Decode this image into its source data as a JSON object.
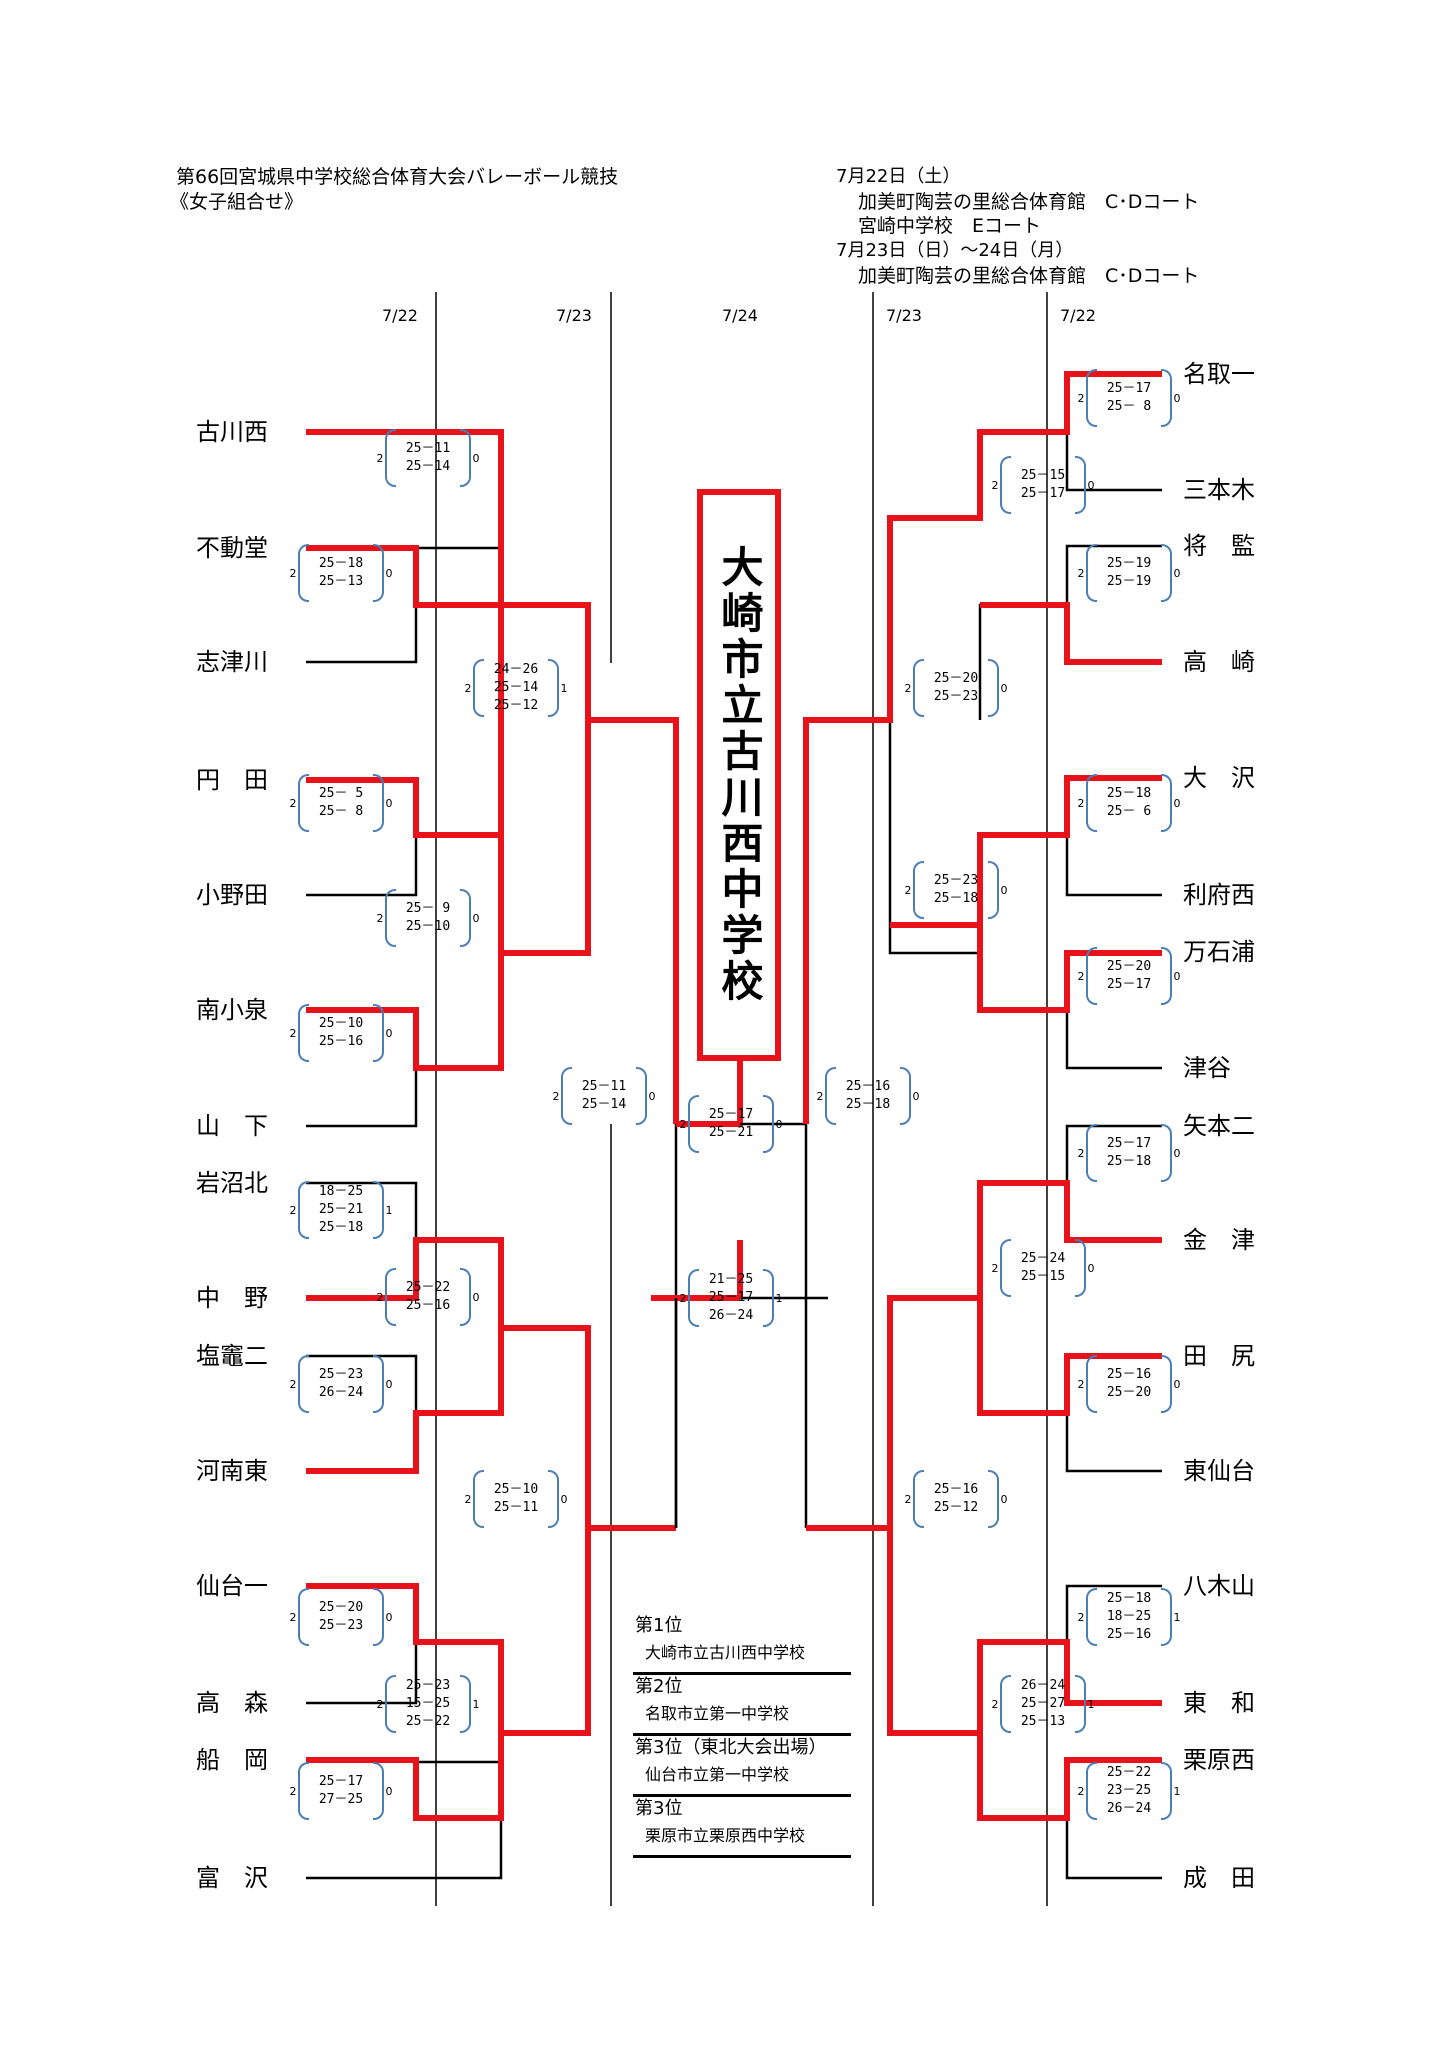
{
  "header": {
    "title": "第66回宮城県中学校総合体育大会バレーボール競技",
    "subtitle": "《女子組合せ》",
    "date1": "7月22日（土）",
    "venue1a": "加美町陶芸の里総合体育館　C･Dコート",
    "venue1b": "宮崎中学校　Eコート",
    "date2": "7月23日（日）～24日（月）",
    "venue2": "加美町陶芸の里総合体育館　C･Dコート"
  },
  "days": [
    "7/22",
    "7/23",
    "7/24",
    "7/23",
    "7/22"
  ],
  "teams_left": [
    "古川西",
    "不動堂",
    "志津川",
    "円　田",
    "小野田",
    "南小泉",
    "山　下",
    "岩沼北",
    "中　野",
    "塩竈二",
    "河南東",
    "仙台一",
    "高　森",
    "船　岡",
    "富　沢"
  ],
  "teams_right": [
    "名取一",
    "三本木",
    "将　監",
    "高　崎",
    "大　沢",
    "利府西",
    "万石浦",
    "津谷",
    "矢本二",
    "金　津",
    "田　尻",
    "東仙台",
    "八木山",
    "東　和",
    "栗原西",
    "成　田"
  ],
  "champion": "大崎市立古川西中学校",
  "scores": [
    {
      "w": "2",
      "l": "0",
      "sets": [
        "25－11",
        "25－14"
      ]
    },
    {
      "w": "2",
      "l": "0",
      "sets": [
        "25－18",
        "25－13"
      ]
    },
    {
      "w": "2",
      "l": "1",
      "sets": [
        "24－26",
        "25－14",
        "25－12"
      ]
    },
    {
      "w": "2",
      "l": "0",
      "sets": [
        "25－ 5",
        "25－ 8"
      ]
    },
    {
      "w": "2",
      "l": "0",
      "sets": [
        "25－ 9",
        "25－10"
      ]
    },
    {
      "w": "2",
      "l": "0",
      "sets": [
        "25－10",
        "25－16"
      ]
    },
    {
      "w": "2",
      "l": "0",
      "sets": [
        "25－11",
        "25－14"
      ]
    },
    {
      "w": "2",
      "l": "1",
      "sets": [
        "18－25",
        "25－21",
        "25－18"
      ]
    },
    {
      "w": "2",
      "l": "0",
      "sets": [
        "25－22",
        "25－16"
      ]
    },
    {
      "w": "2",
      "l": "0",
      "sets": [
        "25－23",
        "26－24"
      ]
    },
    {
      "w": "2",
      "l": "0",
      "sets": [
        "25－10",
        "25－11"
      ]
    },
    {
      "w": "2",
      "l": "0",
      "sets": [
        "25－20",
        "25－23"
      ]
    },
    {
      "w": "2",
      "l": "1",
      "sets": [
        "25－23",
        "15－25",
        "25－22"
      ]
    },
    {
      "w": "2",
      "l": "0",
      "sets": [
        "25－17",
        "27－25"
      ]
    },
    {
      "w": "2",
      "l": "0",
      "sets": [
        "25－17",
        "25－21"
      ]
    },
    {
      "w": "2",
      "l": "1",
      "sets": [
        "21－25",
        "25－17",
        "26－24"
      ]
    },
    {
      "w": "2",
      "l": "0",
      "sets": [
        "25－17",
        "25－ 8"
      ]
    },
    {
      "w": "2",
      "l": "0",
      "sets": [
        "25－15",
        "25－17"
      ]
    },
    {
      "w": "2",
      "l": "0",
      "sets": [
        "25－19",
        "25－19"
      ]
    },
    {
      "w": "2",
      "l": "0",
      "sets": [
        "25－20",
        "25－23"
      ]
    },
    {
      "w": "2",
      "l": "0",
      "sets": [
        "25－18",
        "25－ 6"
      ]
    },
    {
      "w": "2",
      "l": "0",
      "sets": [
        "25－23",
        "25－18"
      ]
    },
    {
      "w": "2",
      "l": "0",
      "sets": [
        "25－20",
        "25－17"
      ]
    },
    {
      "w": "2",
      "l": "0",
      "sets": [
        "25－16",
        "25－18"
      ]
    },
    {
      "w": "2",
      "l": "0",
      "sets": [
        "25－17",
        "25－18"
      ]
    },
    {
      "w": "2",
      "l": "0",
      "sets": [
        "25－24",
        "25－15"
      ]
    },
    {
      "w": "2",
      "l": "0",
      "sets": [
        "25－16",
        "25－20"
      ]
    },
    {
      "w": "2",
      "l": "0",
      "sets": [
        "25－16",
        "25－12"
      ]
    },
    {
      "w": "2",
      "l": "1",
      "sets": [
        "25－18",
        "18－25",
        "25－16"
      ]
    },
    {
      "w": "2",
      "l": "1",
      "sets": [
        "26－24",
        "25－27",
        "25－13"
      ]
    },
    {
      "w": "2",
      "l": "1",
      "sets": [
        "25－22",
        "23－25",
        "26－24"
      ]
    }
  ],
  "results": [
    {
      "title": "第1位",
      "name": "大崎市立古川西中学校"
    },
    {
      "title": "第2位",
      "name": "名取市立第一中学校"
    },
    {
      "title": "第3位（東北大会出場）",
      "name": "仙台市立第一中学校"
    },
    {
      "title": "第3位",
      "name": "栗原市立栗原西中学校"
    }
  ],
  "colors": {
    "win_line": "#e8121b",
    "bracket_line": "#000000",
    "bracket_bracket": "#4a7fb5"
  }
}
